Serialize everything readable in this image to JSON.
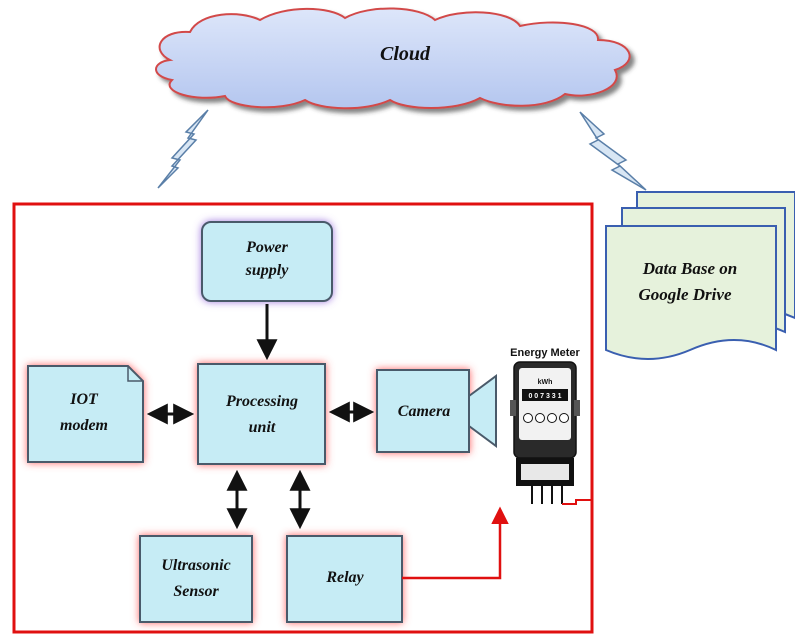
{
  "cloud": {
    "label": "Cloud"
  },
  "database": {
    "line1": "Data Base on",
    "line2": "Google  Drive"
  },
  "blocks": {
    "power_supply": {
      "line1": "Power",
      "line2": "supply"
    },
    "processing_unit": {
      "line1": "Processing",
      "line2": "unit"
    },
    "iot_modem": {
      "line1": "IOT",
      "line2": "modem"
    },
    "camera": {
      "label": "Camera"
    },
    "ultrasonic_sensor": {
      "line1": "Ultrasonic",
      "line2": "Sensor"
    },
    "relay": {
      "label": "Relay"
    }
  },
  "energy_meter": {
    "title": "Energy Meter",
    "unit": "kWh",
    "reading": "0 0 7 3 3 1"
  },
  "colors": {
    "block_fill": "#c6ecf5",
    "block_glow": "#ff5a5a",
    "frame_red": "#e01010",
    "cloud_fill": "#c8d6f4",
    "database_fill": "#e6f2dc"
  }
}
